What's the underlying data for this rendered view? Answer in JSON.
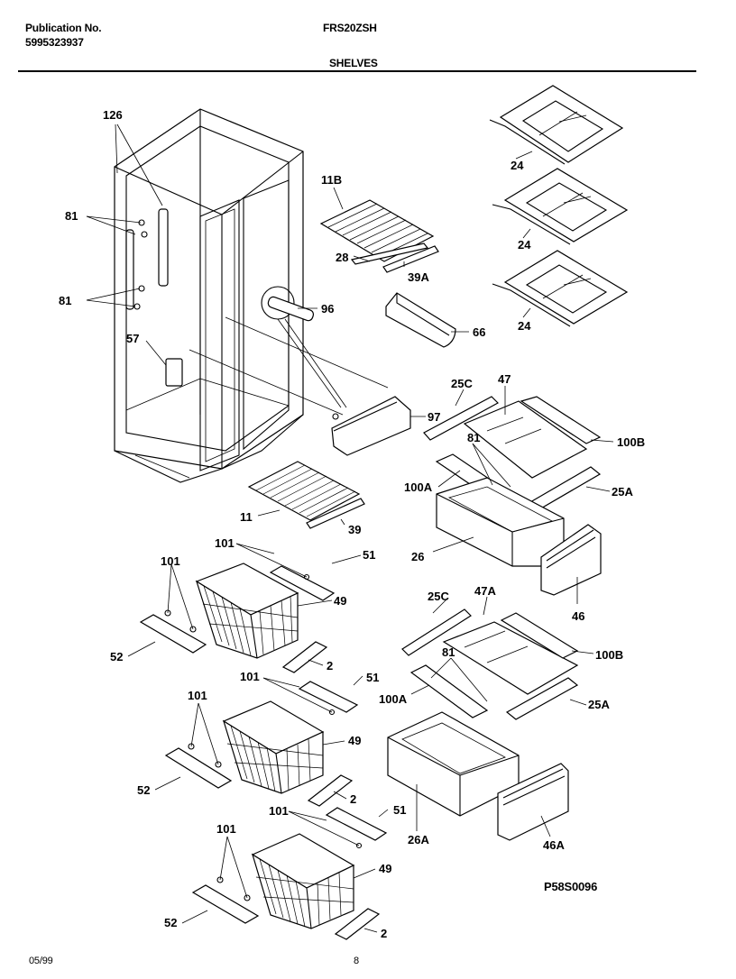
{
  "header": {
    "publication_label": "Publication No.",
    "publication_number": "5995323937",
    "model": "FRS20ZSH",
    "section_title": "SHELVES"
  },
  "footer": {
    "date": "05/99",
    "page": "8",
    "figure_id": "P58S0096"
  },
  "callouts": {
    "c126": "126",
    "c81a": "81",
    "c81b": "81",
    "c57": "57",
    "c11B": "11B",
    "c28": "28",
    "c39A": "39A",
    "c96": "96",
    "c66": "66",
    "c97": "97",
    "c24a": "24",
    "c24b": "24",
    "c24c": "24",
    "c25C_1": "25C",
    "c47": "47",
    "c100B_1": "100B",
    "c81c": "81",
    "c100A_1": "100A",
    "c25A_1": "25A",
    "c26": "26",
    "c46": "46",
    "c11": "11",
    "c39": "39",
    "c101a": "101",
    "c51a": "51",
    "c101b": "101",
    "c49a": "49",
    "c52a": "52",
    "c2a": "2",
    "c25C_2": "25C",
    "c47A": "47A",
    "c81d": "81",
    "c100B_2": "100B",
    "c100A_2": "100A",
    "c25A_2": "25A",
    "c101c": "101",
    "c51b": "51",
    "c101d": "101",
    "c49b": "49",
    "c52b": "52",
    "c2b": "2",
    "c101e": "101",
    "c51c": "51",
    "c26A": "26A",
    "c46A": "46A",
    "c101f": "101",
    "c49c": "49",
    "c52c": "52",
    "c2c": "2"
  }
}
